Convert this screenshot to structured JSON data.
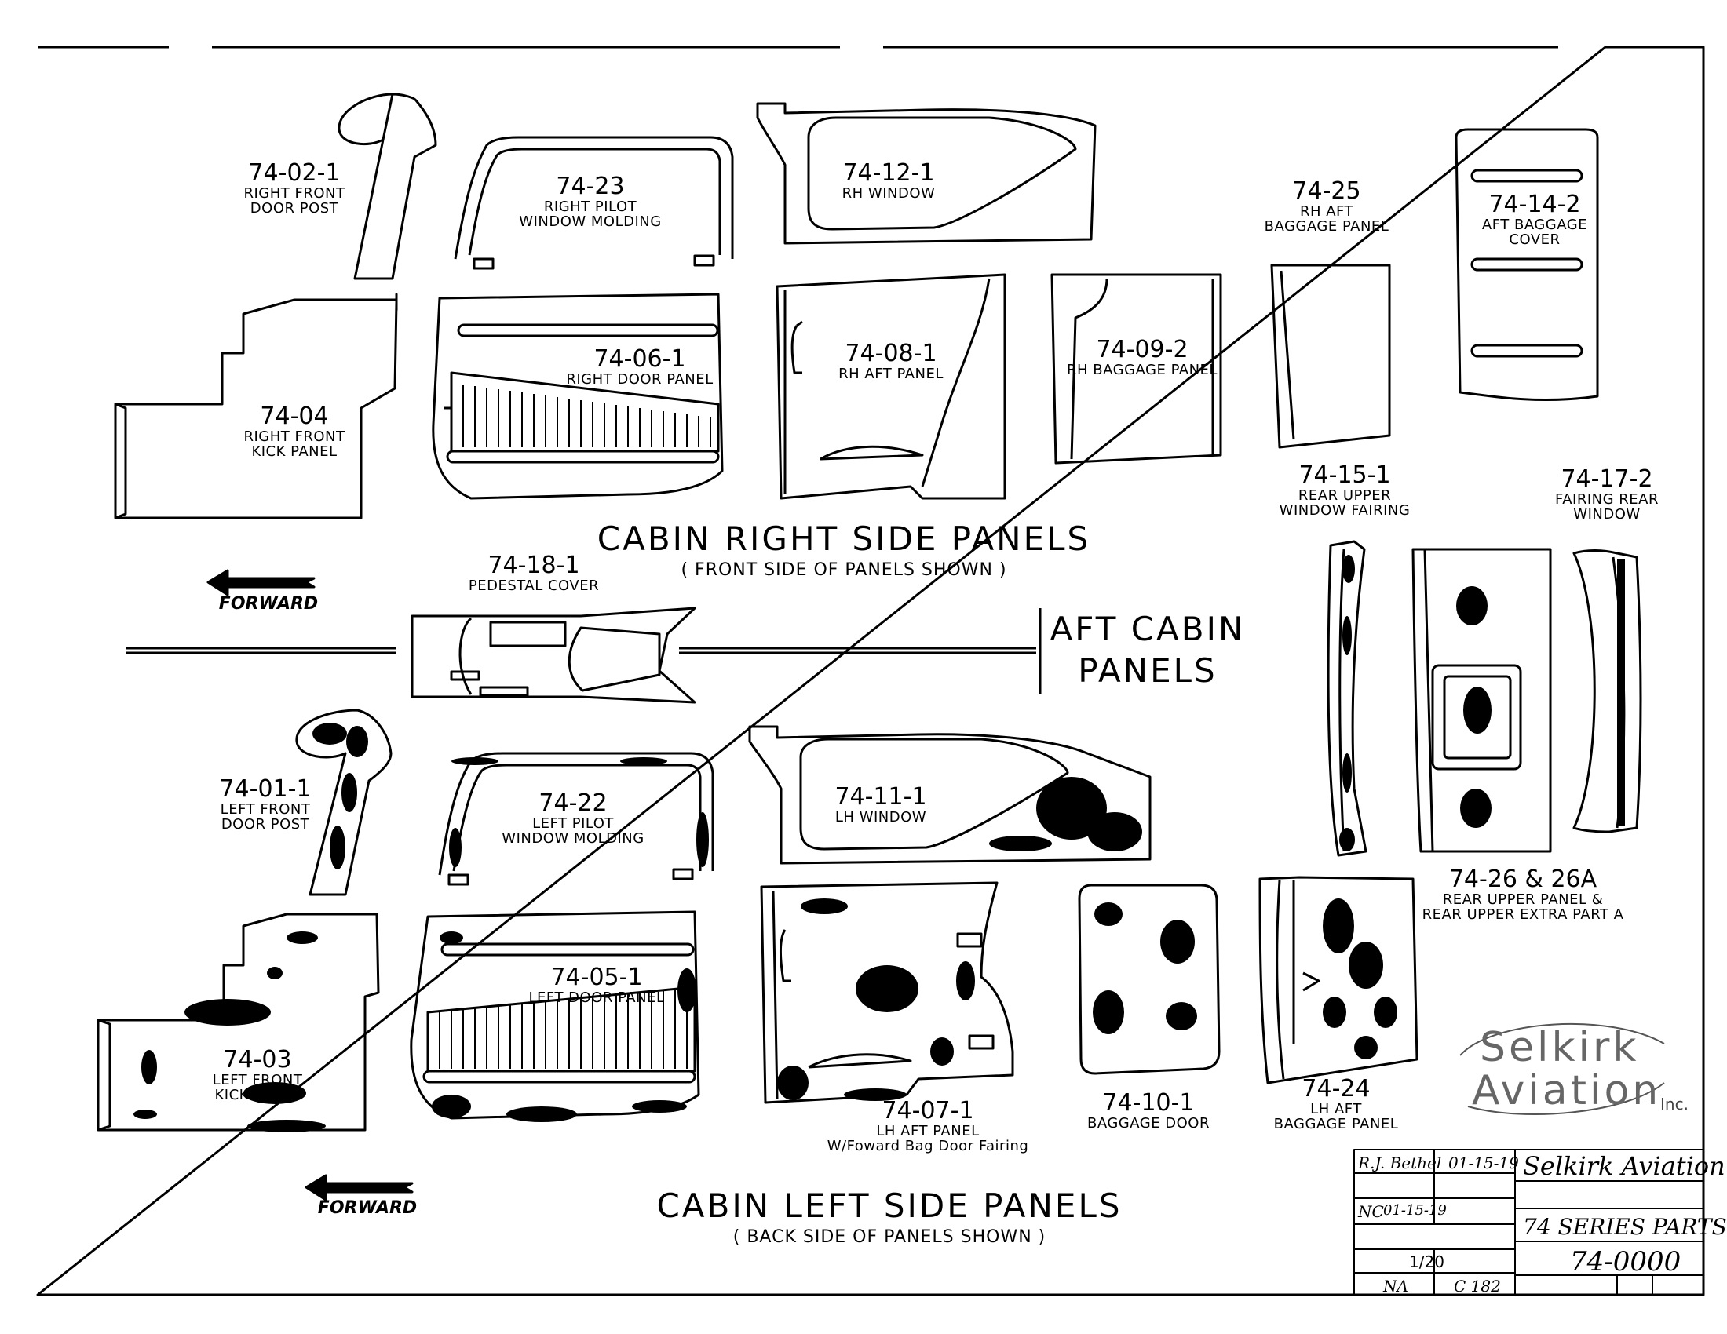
{
  "parts": [
    {
      "number": "74-02-1",
      "desc": [
        "RIGHT FRONT",
        "DOOR POST"
      ]
    },
    {
      "number": "74-23",
      "desc": [
        "RIGHT PILOT",
        "WINDOW MOLDING"
      ]
    },
    {
      "number": "74-12-1",
      "desc": [
        "RH WINDOW"
      ]
    },
    {
      "number": "74-25",
      "desc": [
        "RH AFT",
        "BAGGAGE PANEL"
      ]
    },
    {
      "number": "74-14-2",
      "desc": [
        "AFT BAGGAGE",
        "COVER"
      ]
    },
    {
      "number": "74-04",
      "desc": [
        "RIGHT FRONT",
        "KICK PANEL"
      ]
    },
    {
      "number": "74-06-1",
      "desc": [
        "RIGHT DOOR PANEL"
      ]
    },
    {
      "number": "74-08-1",
      "desc": [
        "RH AFT PANEL"
      ]
    },
    {
      "number": "74-09-2",
      "desc": [
        "RH BAGGAGE PANEL"
      ]
    },
    {
      "number": "74-15-1",
      "desc": [
        "REAR UPPER",
        "WINDOW FAIRING"
      ]
    },
    {
      "number": "74-17-2",
      "desc": [
        "FAIRING REAR",
        "WINDOW"
      ]
    },
    {
      "number": "74-18-1",
      "desc": [
        "PEDESTAL COVER"
      ]
    },
    {
      "number": "74-01-1",
      "desc": [
        "LEFT FRONT",
        "DOOR POST"
      ]
    },
    {
      "number": "74-22",
      "desc": [
        "LEFT PILOT",
        "WINDOW MOLDING"
      ]
    },
    {
      "number": "74-11-1",
      "desc": [
        "LH WINDOW"
      ]
    },
    {
      "number": "74-26 & 26A",
      "desc": [
        "REAR UPPER PANEL &",
        "REAR UPPER EXTRA PART A"
      ]
    },
    {
      "number": "74-05-1",
      "desc": [
        "LEFT DOOR PANEL"
      ]
    },
    {
      "number": "74-03",
      "desc": [
        "LEFT FRONT",
        "KICK PANEL"
      ]
    },
    {
      "number": "74-07-1",
      "desc": [
        "LH AFT PANEL",
        "W/Foward Bag Door Fairing"
      ]
    },
    {
      "number": "74-10-1",
      "desc": [
        "BAGGAGE DOOR"
      ]
    },
    {
      "number": "74-24",
      "desc": [
        "LH AFT",
        "BAGGAGE PANEL"
      ]
    }
  ],
  "sections": {
    "right_title": "CABIN RIGHT SIDE PANELS",
    "right_sub": "( FRONT SIDE OF PANELS SHOWN )",
    "left_title": "CABIN LEFT SIDE PANELS",
    "left_sub": "( BACK SIDE OF PANELS SHOWN )",
    "aft_title_1": "AFT CABIN",
    "aft_title_2": "PANELS",
    "forward_1": "FORWARD",
    "forward_2": "FORWARD"
  },
  "logo": {
    "line1": "Selkirk",
    "line2": "Aviation",
    "suffix": "Inc."
  },
  "title_block": {
    "drawn_by": "R.J. Bethel",
    "drawn_date": "01-15-19",
    "checked_by": "NC",
    "checked_date": "01-15-19",
    "company": "Selkirk Aviation",
    "title": "74 SERIES PARTS",
    "scale": "1/20",
    "drawing_number": "74-0000",
    "next_assembly": "NA",
    "model": "C 182"
  }
}
